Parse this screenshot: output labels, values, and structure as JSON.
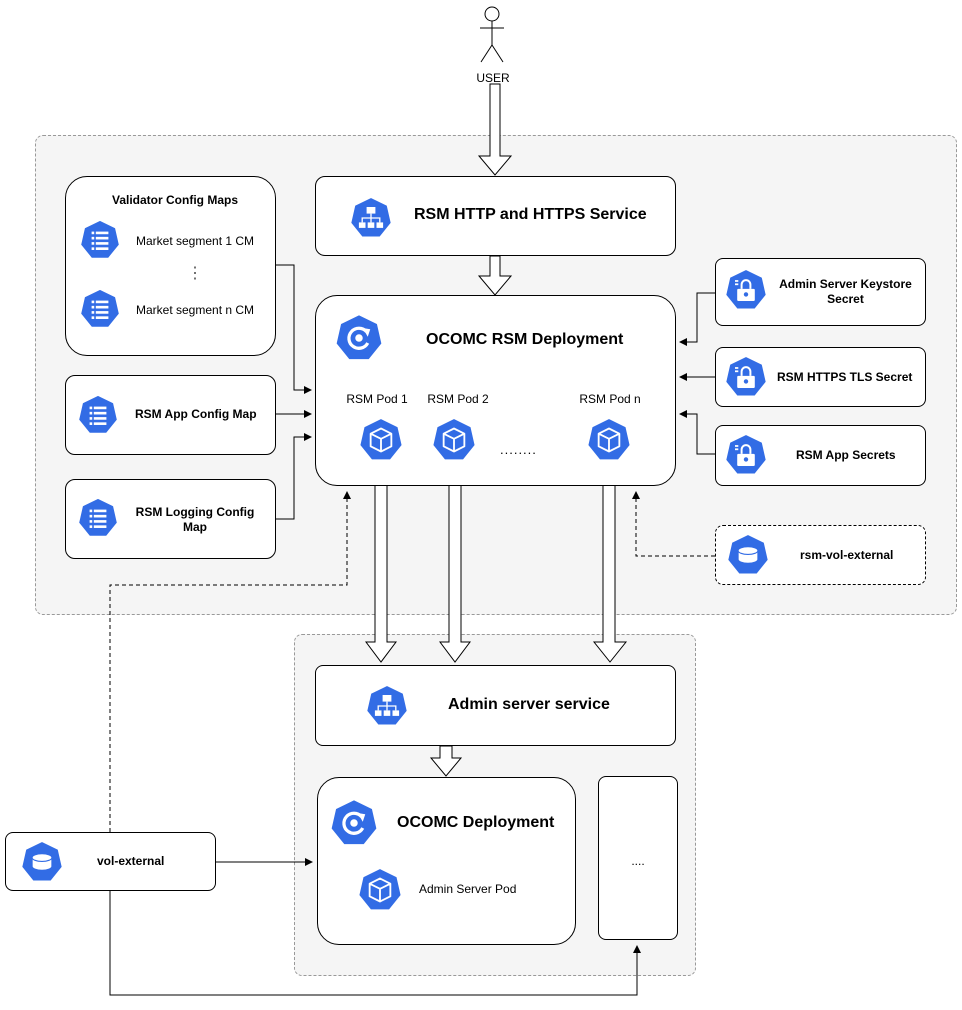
{
  "user": {
    "label": "USER"
  },
  "rsm_service": {
    "label": "RSM HTTP and HTTPS Service"
  },
  "rsm_deployment": {
    "title": "OCOMC RSM Deployment",
    "pods": [
      "RSM Pod 1",
      "RSM Pod 2",
      "RSM Pod n"
    ],
    "ellipsis": "........"
  },
  "validator_config_maps": {
    "title": "Validator Config Maps",
    "items": [
      "Market segment 1 CM",
      "Market segment n CM"
    ],
    "ellipsis": "⋮"
  },
  "rsm_app_config_map": {
    "label": "RSM App Config Map"
  },
  "rsm_logging_config_map": {
    "label": "RSM Logging Config Map"
  },
  "admin_keystore_secret": {
    "label": "Admin Server Keystore Secret"
  },
  "rsm_https_tls_secret": {
    "label": "RSM HTTPS TLS Secret"
  },
  "rsm_app_secrets": {
    "label": "RSM App Secrets"
  },
  "rsm_vol_external": {
    "label": "rsm-vol-external"
  },
  "admin_service": {
    "label": "Admin server service"
  },
  "ocomc_deployment": {
    "title": "OCOMC Deployment",
    "pod_label": "Admin Server Pod"
  },
  "other_box": {
    "label": "...."
  },
  "vol_external": {
    "label": "vol-external"
  },
  "colors": {
    "icon_blue": "#326CE5",
    "region_fill": "#f5f5f5",
    "region_border": "#999999"
  }
}
